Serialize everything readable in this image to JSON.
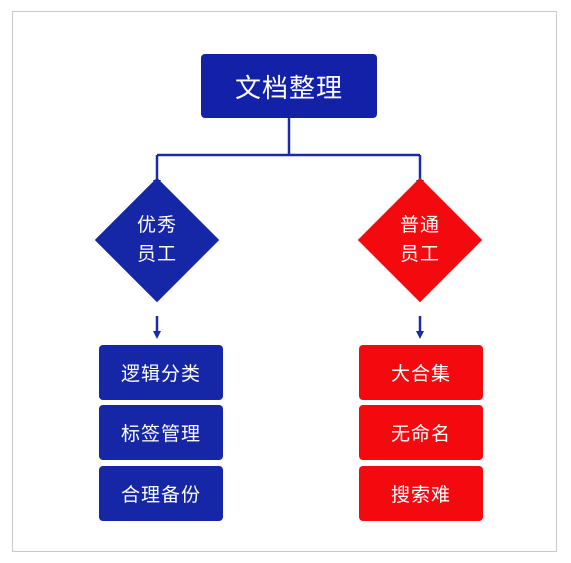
{
  "diagram": {
    "title": "文档整理",
    "left_branch": {
      "label_line1": "优秀",
      "label_line2": "员工",
      "items": [
        "逻辑分类",
        "标签管理",
        "合理备份"
      ]
    },
    "right_branch": {
      "label_line1": "普通",
      "label_line2": "员工",
      "items": [
        "大合集",
        "无命名",
        "搜索难"
      ]
    }
  },
  "colors": {
    "title_fill": "#1221a8",
    "left_fill": "#1526a6",
    "right_fill": "#f40a0e",
    "connector": "#1a2aa8"
  }
}
